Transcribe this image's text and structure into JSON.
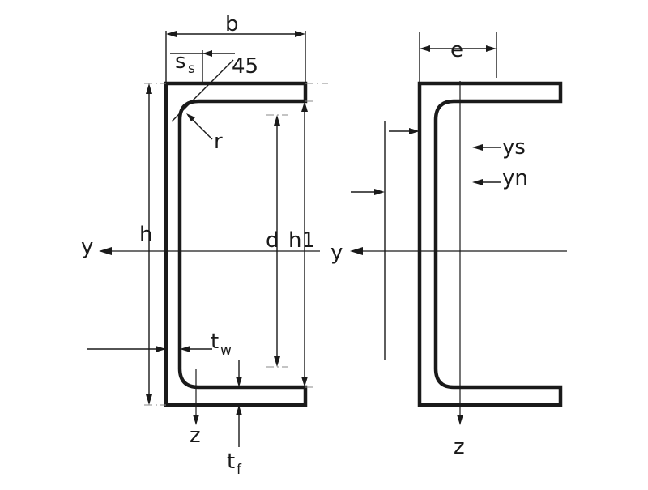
{
  "left_view": {
    "dim_b": "b",
    "dim_s": "s",
    "dim_s_sub": "s",
    "angle_45": "45",
    "radius_r": "r",
    "dim_h": "h",
    "dim_d": "d",
    "dim_h1": "h1",
    "axis_y": "y",
    "axis_z": "z",
    "dim_t_w": "t",
    "dim_t_w_sub": "w",
    "dim_t_f": "t",
    "dim_t_f_sub": "f"
  },
  "right_view": {
    "dim_e": "e",
    "centroid_ys": "ys",
    "shear_center_yn": "yn",
    "axis_y": "y",
    "axis_z": "z"
  }
}
